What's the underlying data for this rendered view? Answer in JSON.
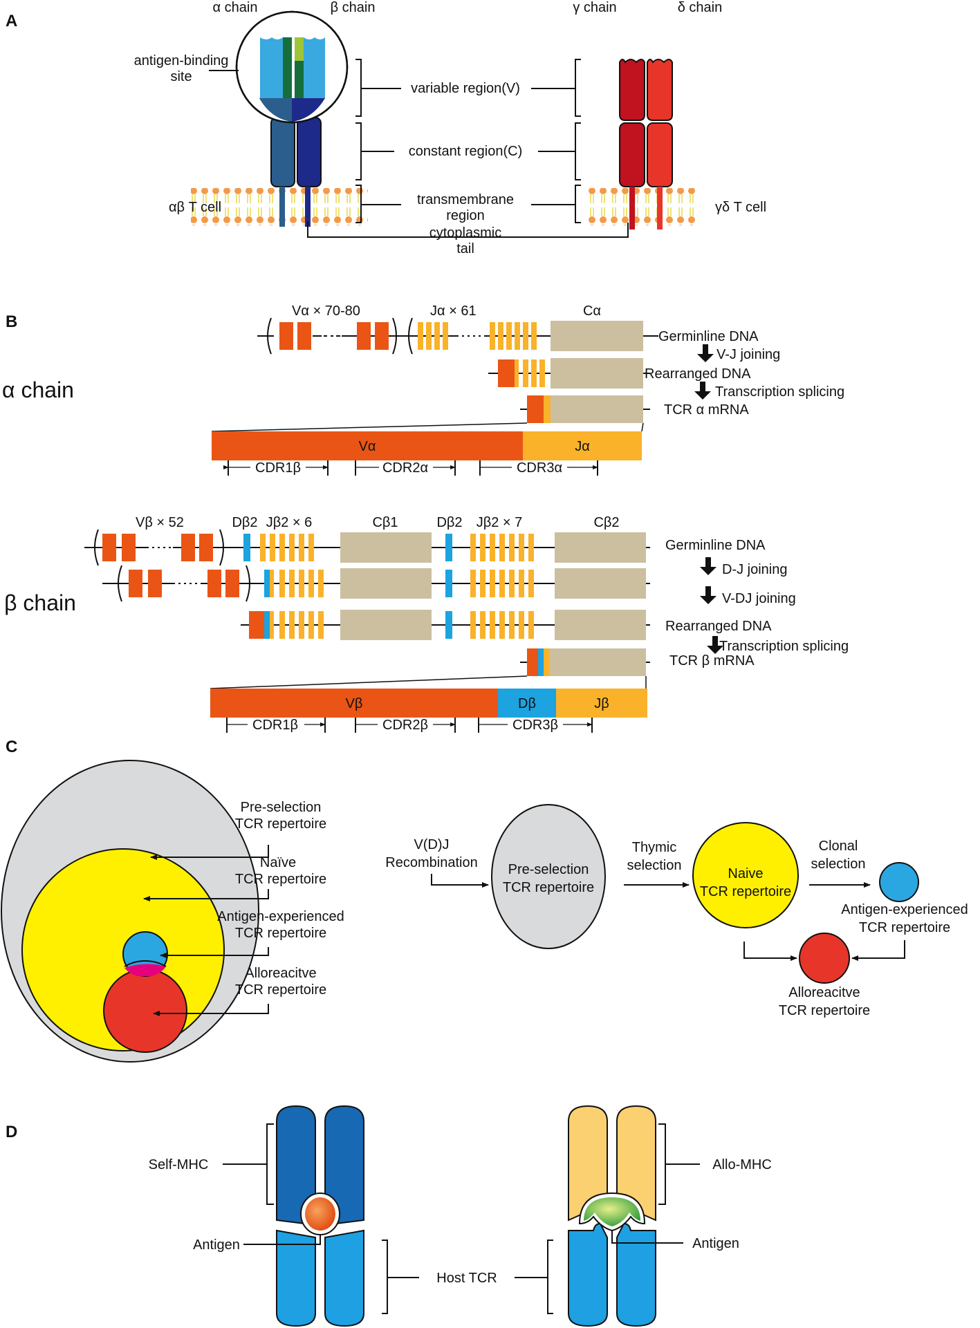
{
  "colors": {
    "alpha_light": "#3aa9df",
    "alpha_dark": "#2b5e8c",
    "beta_dark": "#1e2a8a",
    "beta_green": "#9ec43a",
    "dark_green": "#156e3c",
    "gamma": "#c0121f",
    "delta": "#e8352a",
    "V_segment": "#ea5515",
    "J_segment": "#f9b22a",
    "D_segment": "#1ca3e0",
    "C_segment": "#cbbf9f",
    "gray": "#d9dadb",
    "yellow": "#fff000",
    "blue": "#2aa7e0",
    "red": "#e8352a",
    "magenta": "#e6007e",
    "mhc_blue": "#1769b3",
    "tcr_blue": "#1ea0e2",
    "allo_mhc": "#fbd070",
    "antigen_orange": "#e8501c",
    "antigen_green": "#7bbf3b"
  },
  "panelA": {
    "label": "A",
    "alpha_chain": "α chain",
    "beta_chain": "β chain",
    "gamma_chain": "γ chain",
    "delta_chain": "δ chain",
    "antigen_binding_1": "antigen-binding",
    "antigen_binding_2": "site",
    "variable_region": "variable region(V)",
    "constant_region": "constant region(C)",
    "transmembrane_1": "transmembrane",
    "transmembrane_2": "region",
    "cytoplasmic_1": "cytoplasmic",
    "cytoplasmic_2": "tail",
    "ab_tcell": "αβ T cell",
    "gd_tcell": "γδ T cell"
  },
  "panelB": {
    "label": "B",
    "alpha": {
      "chain": "α chain",
      "v_count": "Vα × 70-80",
      "j_count": "Jα × 61",
      "c": "Cα",
      "germline": "Germinline DNA",
      "step1": "V-J joining",
      "rearranged": "Rearranged DNA",
      "step2": "Transcription splicing",
      "mrna": "TCR α mRNA",
      "bar_v": "Vα",
      "bar_j": "Jα",
      "cdr1": "CDR1β",
      "cdr2": "CDR2α",
      "cdr3": "CDR3α"
    },
    "beta": {
      "chain": "β chain",
      "v_count": "Vβ × 52",
      "d2a": "Dβ2",
      "j2a": "Jβ2 × 6",
      "c1": "Cβ1",
      "d2b": "Dβ2",
      "j2b": "Jβ2 × 7",
      "c2": "Cβ2",
      "germline": "Germinline DNA",
      "step1": "D-J joining",
      "step2": "V-DJ joining",
      "rearranged": "Rearranged DNA",
      "step3": "Transcription splicing",
      "mrna": "TCR β mRNA",
      "bar_v": "Vβ",
      "bar_d": "Dβ",
      "bar_j": "Jβ",
      "cdr1": "CDR1β",
      "cdr2": "CDR2β",
      "cdr3": "CDR3β"
    }
  },
  "panelC": {
    "label": "C",
    "pre_sel_1": "Pre-selection",
    "pre_sel_2": "TCR repertoire",
    "naive_1": "Naïve",
    "naive_2": "TCR repertoire",
    "ag_exp_1": "Antigen-experienced",
    "ag_exp_2": "TCR repertoire",
    "allo_1": "Alloreacitve",
    "allo_2": "TCR repertoire",
    "vdj_1": "V(D)J",
    "vdj_2": "Recombination",
    "flow_pre_1": "Pre-selection",
    "flow_pre_2": "TCR repertoire",
    "thymic_1": "Thymic",
    "thymic_2": "selection",
    "flow_naive_1": "Naive",
    "flow_naive_2": "TCR repertoire",
    "clonal_1": "Clonal",
    "clonal_2": "selection",
    "flow_ag_1": "Antigen-experienced",
    "flow_ag_2": "TCR repertoire",
    "flow_allo_1": "Alloreacitve",
    "flow_allo_2": "TCR repertoire"
  },
  "panelD": {
    "label": "D",
    "self_mhc": "Self-MHC",
    "allo_mhc": "Allo-MHC",
    "antigen_left": "Antigen",
    "antigen_right": "Antigen",
    "host_tcr": "Host TCR"
  }
}
